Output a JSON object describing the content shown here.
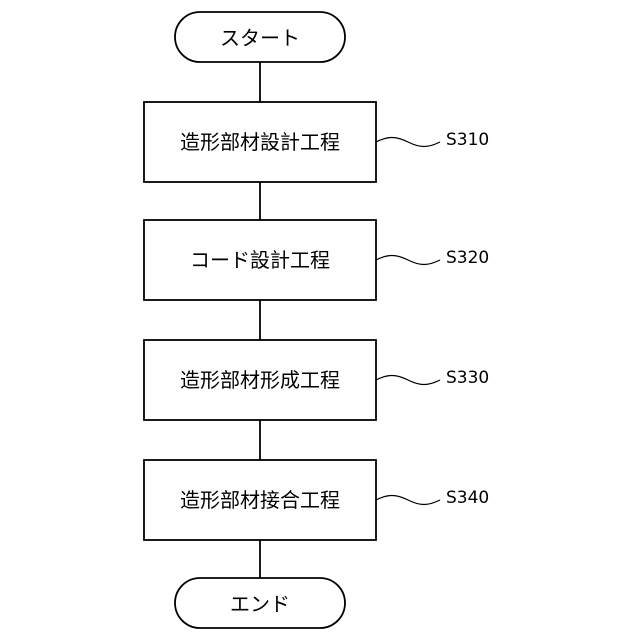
{
  "flowchart": {
    "start": {
      "label": "スタート"
    },
    "steps": [
      {
        "label": "造形部材設計工程",
        "ref": "S310"
      },
      {
        "label": "コード設計工程",
        "ref": "S320"
      },
      {
        "label": "造形部材形成工程",
        "ref": "S330"
      },
      {
        "label": "造形部材接合工程",
        "ref": "S340"
      }
    ],
    "end": {
      "label": "エンド"
    }
  }
}
